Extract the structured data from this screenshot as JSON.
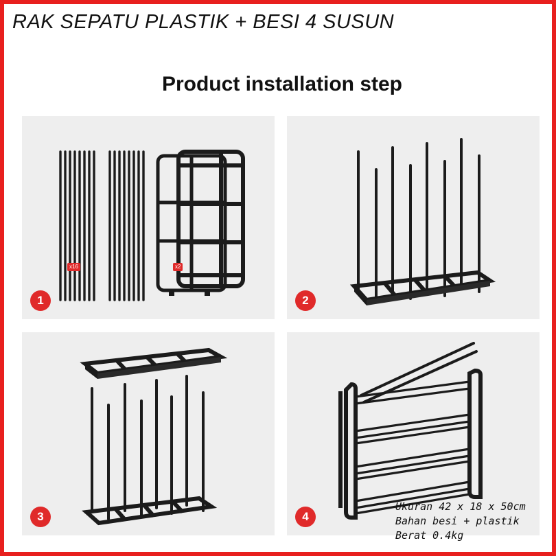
{
  "title": "RAK SEPATU PLASTIK + BESI 4 SUSUN",
  "heading": "Product installation step",
  "steps": [
    {
      "number": "1",
      "tags": [
        "x16",
        "x2"
      ]
    },
    {
      "number": "2"
    },
    {
      "number": "3"
    },
    {
      "number": "4"
    }
  ],
  "specs": {
    "size": "Ukuran 42 x 18 x 50cm",
    "material": "Bahan besi + plastik",
    "weight": "Berat 0.4kg"
  },
  "colors": {
    "border": "#e8201e",
    "badge": "#e02a2a",
    "panel": "#eeeeee",
    "metal": "#1b1b1b"
  }
}
